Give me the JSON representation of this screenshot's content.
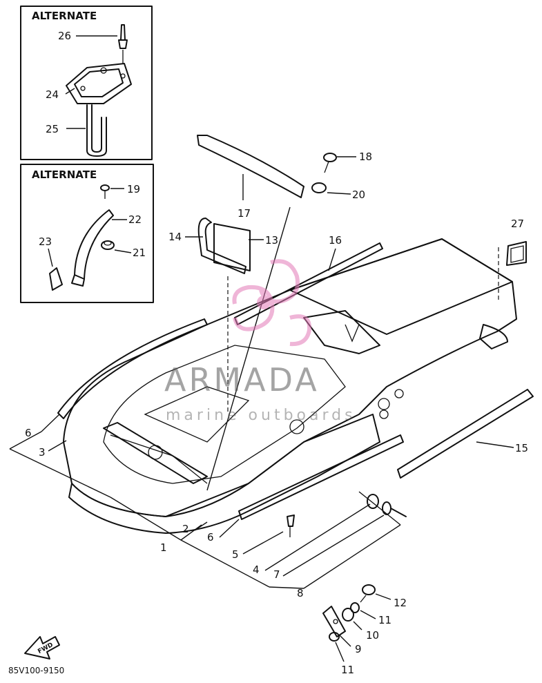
{
  "inset_top": {
    "title": "ALTERNATE",
    "parts": [
      "26",
      "24",
      "25"
    ]
  },
  "inset_bottom": {
    "title": "ALTERNATE",
    "parts": [
      "19",
      "22",
      "23",
      "21"
    ]
  },
  "callouts": {
    "p1": "1",
    "p2": "2",
    "p3": "3",
    "p4": "4",
    "p5": "5",
    "p6a": "6",
    "p6b": "6",
    "p7": "7",
    "p8": "8",
    "p9": "9",
    "p10": "10",
    "p11a": "11",
    "p11b": "11",
    "p12": "12",
    "p13": "13",
    "p14": "14",
    "p15": "15",
    "p16": "16",
    "p17": "17",
    "p18": "18",
    "p20": "20",
    "p27": "27"
  },
  "watermark": {
    "brand": "ARMADA",
    "tagline": "marine outboards",
    "brand_color": "#e27ab8"
  },
  "footer": {
    "diagram_code": "85V100-9150",
    "direction_badge": "FWD"
  }
}
